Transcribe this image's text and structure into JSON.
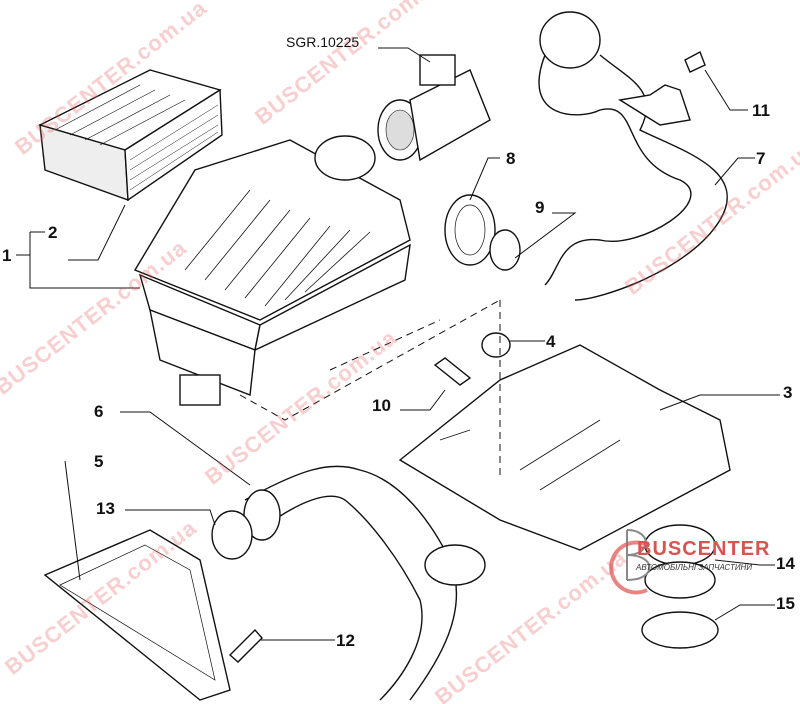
{
  "part_code": "SGR.10225",
  "callouts": [
    "1",
    "2",
    "3",
    "4",
    "5",
    "6",
    "7",
    "8",
    "9",
    "10",
    "11",
    "12",
    "13",
    "14",
    "15"
  ],
  "watermark": "BUSCENTER.com.ua",
  "logo": {
    "name": "BUSCENTER",
    "subtitle": "АВТОМОБІЛЬНІ ЗАПЧАСТИНИ"
  },
  "colors": {
    "ink": "#111111",
    "watermark": "#e65050"
  }
}
